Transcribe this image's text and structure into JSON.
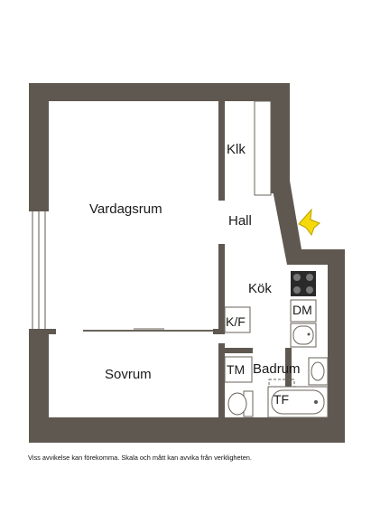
{
  "rooms": {
    "vardagsrum": "Vardagsrum",
    "sovrum": "Sovrum",
    "hall": "Hall",
    "klk": "Klk",
    "kok": "Kök",
    "badrum": "Badrum"
  },
  "fixtures": {
    "kf": "K/F",
    "dm": "DM",
    "tm": "TM",
    "tf": "TF"
  },
  "icons": {
    "entrance": "entrance-arrow-icon"
  },
  "colors": {
    "wall": "#5f5850",
    "entrance_arrow": "#f5d90a",
    "background": "#ffffff"
  },
  "footer": {
    "disclaimer": "Viss avvikelse kan förekomma. Skala och mått kan avvika från verkligheten."
  }
}
